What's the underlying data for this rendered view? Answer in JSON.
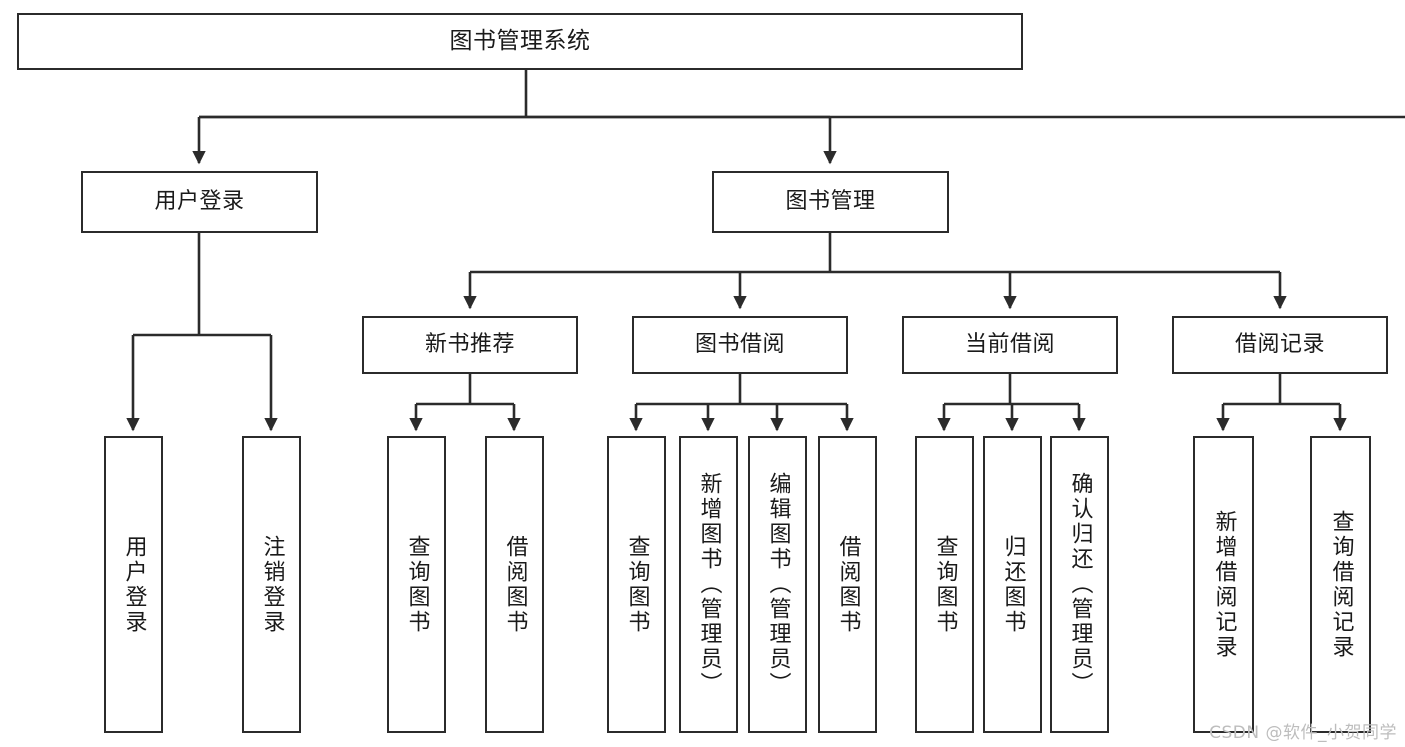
{
  "diagram": {
    "type": "tree",
    "title": "图书管理系统",
    "root": {
      "id": "root",
      "label": "图书管理系统",
      "orientation": "horizontal"
    },
    "level1": [
      {
        "id": "user-login",
        "label": "用户登录",
        "orientation": "horizontal"
      },
      {
        "id": "book-manage",
        "label": "图书管理",
        "orientation": "horizontal"
      }
    ],
    "level2": [
      {
        "id": "new-book-recommend",
        "label": "新书推荐",
        "orientation": "horizontal",
        "parent": "book-manage"
      },
      {
        "id": "book-borrow",
        "label": "图书借阅",
        "orientation": "horizontal",
        "parent": "book-manage"
      },
      {
        "id": "current-borrow",
        "label": "当前借阅",
        "orientation": "horizontal",
        "parent": "book-manage"
      },
      {
        "id": "borrow-record",
        "label": "借阅记录",
        "orientation": "horizontal",
        "parent": "book-manage"
      }
    ],
    "leaves": [
      {
        "id": "leaf-user-login",
        "label": "用户登录",
        "orientation": "vertical",
        "parent": "user-login"
      },
      {
        "id": "leaf-logout-login",
        "label": "注销登录",
        "orientation": "vertical",
        "parent": "user-login"
      },
      {
        "id": "leaf-query-book-1",
        "label": "查询图书",
        "orientation": "vertical",
        "parent": "new-book-recommend"
      },
      {
        "id": "leaf-borrow-book-1",
        "label": "借阅图书",
        "orientation": "vertical",
        "parent": "new-book-recommend"
      },
      {
        "id": "leaf-query-book-2",
        "label": "查询图书",
        "orientation": "vertical",
        "parent": "book-borrow"
      },
      {
        "id": "leaf-add-book-admin",
        "label": "新增图书（管理员）",
        "orientation": "vertical",
        "parent": "book-borrow"
      },
      {
        "id": "leaf-edit-book-admin",
        "label": "编辑图书（管理员）",
        "orientation": "vertical",
        "parent": "book-borrow"
      },
      {
        "id": "leaf-borrow-book-2",
        "label": "借阅图书",
        "orientation": "vertical",
        "parent": "book-borrow"
      },
      {
        "id": "leaf-query-book-3",
        "label": "查询图书",
        "orientation": "vertical",
        "parent": "current-borrow"
      },
      {
        "id": "leaf-return-book",
        "label": "归还图书",
        "orientation": "vertical",
        "parent": "current-borrow"
      },
      {
        "id": "leaf-confirm-return-admin",
        "label": "确认归还（管理员）",
        "orientation": "vertical",
        "parent": "current-borrow"
      },
      {
        "id": "leaf-add-borrow-record",
        "label": "新增借阅记录",
        "orientation": "vertical",
        "parent": "borrow-record"
      },
      {
        "id": "leaf-query-borrow-record",
        "label": "查询借阅记录",
        "orientation": "vertical",
        "parent": "borrow-record"
      }
    ],
    "colors": {
      "stroke": "#2b2b2b",
      "fill": "#ffffff",
      "text": "#1a1a1a",
      "watermark": "#bdbdbd"
    }
  },
  "watermark": {
    "text": "CSDN @软件_小贺同学"
  }
}
